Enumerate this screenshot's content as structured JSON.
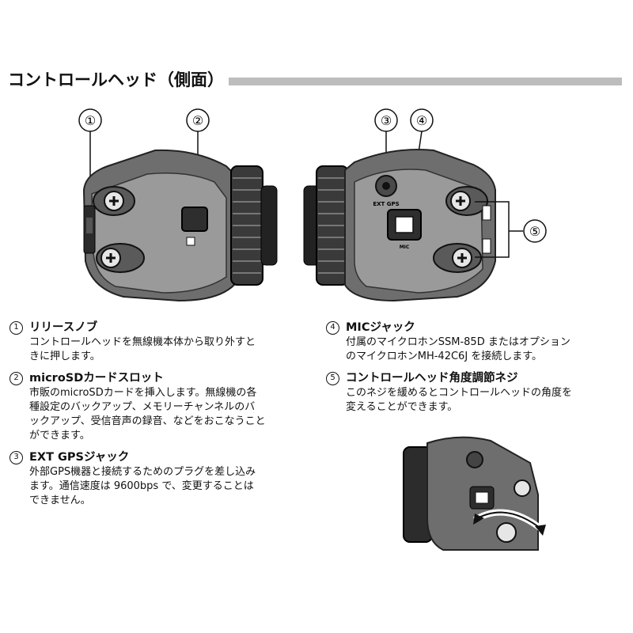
{
  "section": {
    "title": "コントロールヘッド（側面）"
  },
  "callouts": [
    "①",
    "②",
    "③",
    "④",
    "⑤"
  ],
  "device_labels": {
    "ext_gps": "EXT GPS",
    "mic": "MIC"
  },
  "items": [
    {
      "num": "1",
      "title": "リリースノブ",
      "body": [
        "コントロールヘッドを無線機本体から取り外すと",
        "きに押します。"
      ]
    },
    {
      "num": "2",
      "title": "microSDカードスロット",
      "body": [
        "市販のmicroSDカードを挿入します。無線機の各",
        "種設定のバックアップ、メモリーチャンネルのバ",
        "ックアップ、受信音声の録音、などをおこなうこと",
        "ができます。"
      ]
    },
    {
      "num": "3",
      "title": "EXT GPSジャック",
      "body": [
        "外部GPS機器と接続するためのプラグを差し込み",
        "ます。通信速度は 9600bps で、変更することは",
        "できません。"
      ]
    },
    {
      "num": "4",
      "title": "MICジャック",
      "body": [
        "付属のマイクロホンSSM-85D またはオプション",
        "のマイクロホンMH-42C6J を接続します。"
      ]
    },
    {
      "num": "5",
      "title": "コントロールヘッド角度調節ネジ",
      "body": [
        "このネジを緩めるとコントロールヘッドの角度を",
        "変えることができます。"
      ]
    }
  ]
}
